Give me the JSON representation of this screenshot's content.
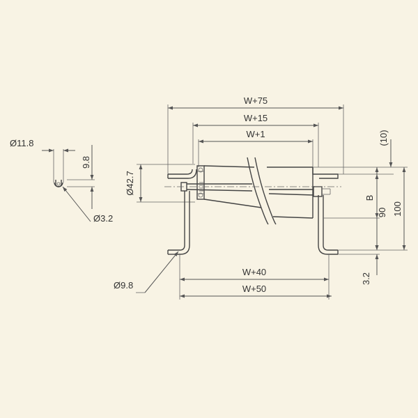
{
  "labels": {
    "w75": "W+75",
    "w15": "W+15",
    "w1": "W+1",
    "w40": "W+40",
    "w50": "W+50",
    "d11_8": "Ø11.8",
    "d9_8_top": "9.8",
    "d3_2_hole": "Ø3.2",
    "d9_8_bottom": "Ø9.8",
    "d42_7": "Ø42.7",
    "b": "B",
    "ten": "(10)",
    "ninety": "90",
    "hundred": "100",
    "t3_2": "3.2"
  },
  "colors": {
    "background": "#f8f3e4",
    "line": "#555555",
    "text": "#333333"
  }
}
